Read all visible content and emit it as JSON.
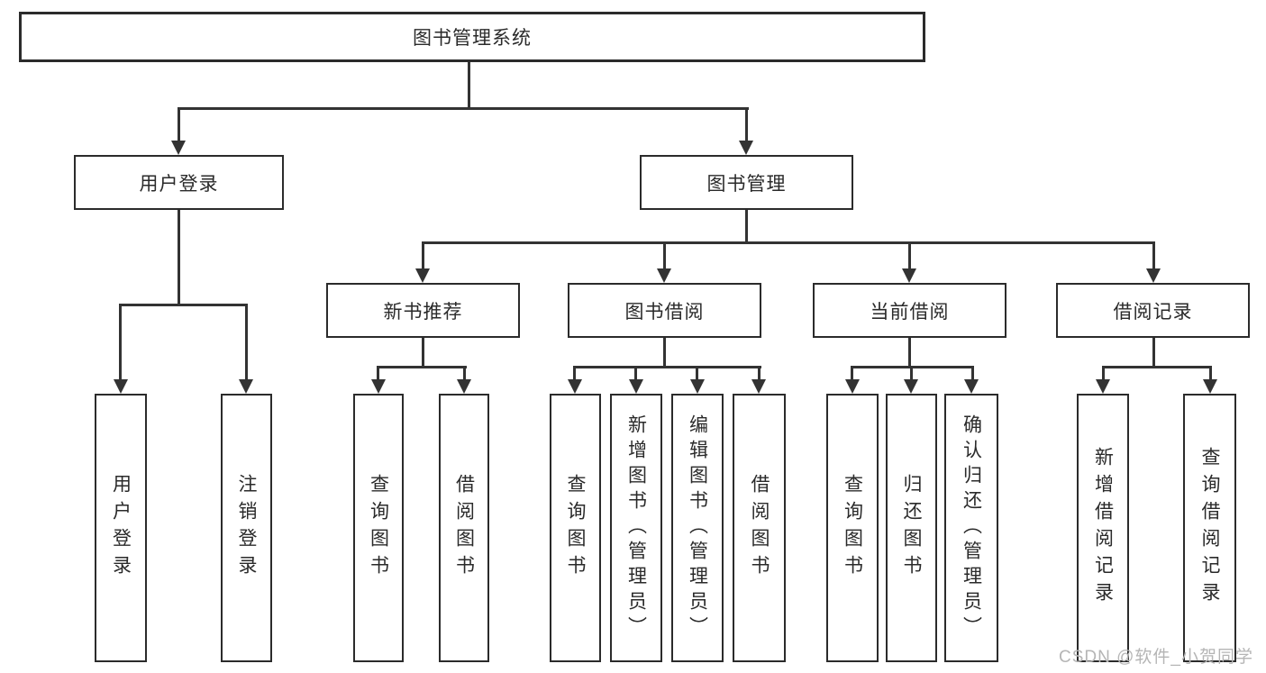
{
  "diagram": {
    "title": "图书管理系统",
    "level2": {
      "user_login": "用户登录",
      "book_mgmt": "图书管理"
    },
    "level3": {
      "new_book_rec": "新书推荐",
      "book_borrow": "图书借阅",
      "current_borrow": "当前借阅",
      "borrow_record": "借阅记录"
    },
    "leaves": [
      "用户登录",
      "注销登录",
      "查询图书",
      "借阅图书",
      "查询图书",
      "新增图书（管理员）",
      "编辑图书（管理员）",
      "借阅图书",
      "查询图书",
      "归还图书",
      "确认归还（管理员）",
      "新增借阅记录",
      "查询借阅记录"
    ]
  },
  "watermark": "CSDN @软件_小贺同学",
  "colors": {
    "line": "#333333",
    "box_border": "#2b2b2b",
    "text": "#2a2a2a",
    "watermark": "#b5b5b5",
    "background": "#ffffff"
  }
}
